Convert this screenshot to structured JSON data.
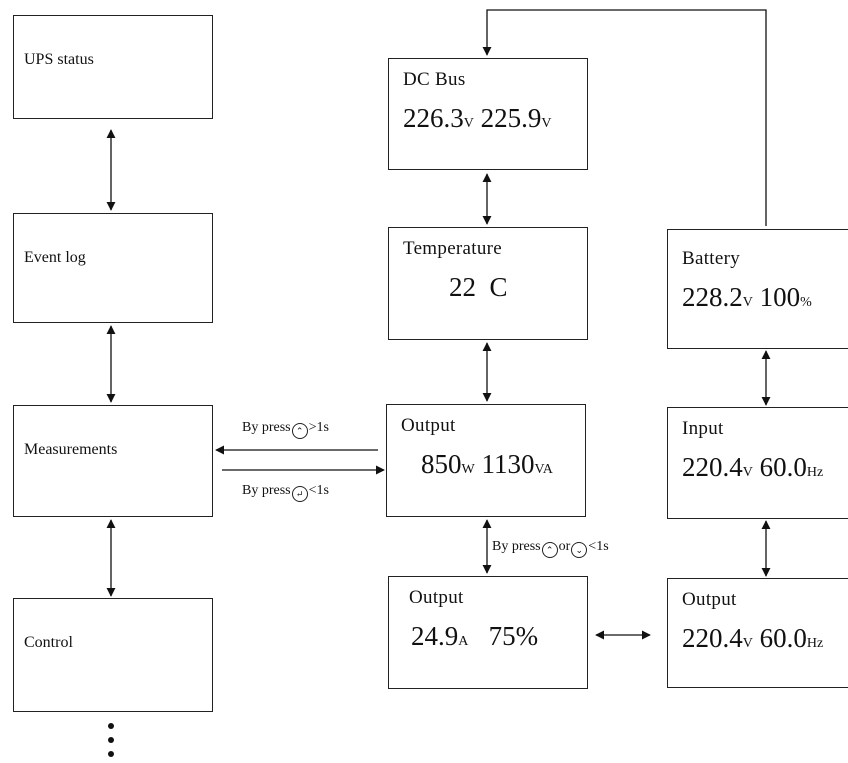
{
  "menu": [
    {
      "id": "ups-status",
      "label": "UPS status"
    },
    {
      "id": "event-log",
      "label": "Event log"
    },
    {
      "id": "measurements",
      "label": "Measurements"
    },
    {
      "id": "control",
      "label": "Control"
    }
  ],
  "screens": {
    "dc_bus": {
      "title": "DC Bus",
      "v1": "226.3",
      "u1": "V",
      "v2": "225.9",
      "u2": "V"
    },
    "temperature": {
      "title": "Temperature",
      "value": "22  C"
    },
    "output_power": {
      "title": "Output",
      "v1": "850",
      "u1": "W",
      "v2": "1130",
      "u2": "VA"
    },
    "output_current": {
      "title": "Output",
      "v1": "24.9",
      "u1": "A",
      "v2": "75%"
    },
    "battery": {
      "title": "Battery",
      "v1": "228.2",
      "u1": "V",
      "v2": "100",
      "u2": "%"
    },
    "input": {
      "title": "Input",
      "v1": "220.4",
      "u1": "V",
      "v2": "60.0",
      "u2": "Hz"
    },
    "output_voltage": {
      "title": "Output",
      "v1": "220.4",
      "u1": "V",
      "v2": "60.0",
      "u2": "Hz"
    }
  },
  "notes": {
    "enter_prefix": "By press",
    "enter_suffix": ">1s",
    "back_prefix": "By press",
    "back_suffix": "<1s",
    "scroll_prefix": "By press",
    "scroll_or": "or",
    "scroll_suffix": "<1s"
  },
  "icons": {
    "up": "up-button-icon",
    "down": "down-button-icon",
    "enter": "enter-button-icon"
  }
}
